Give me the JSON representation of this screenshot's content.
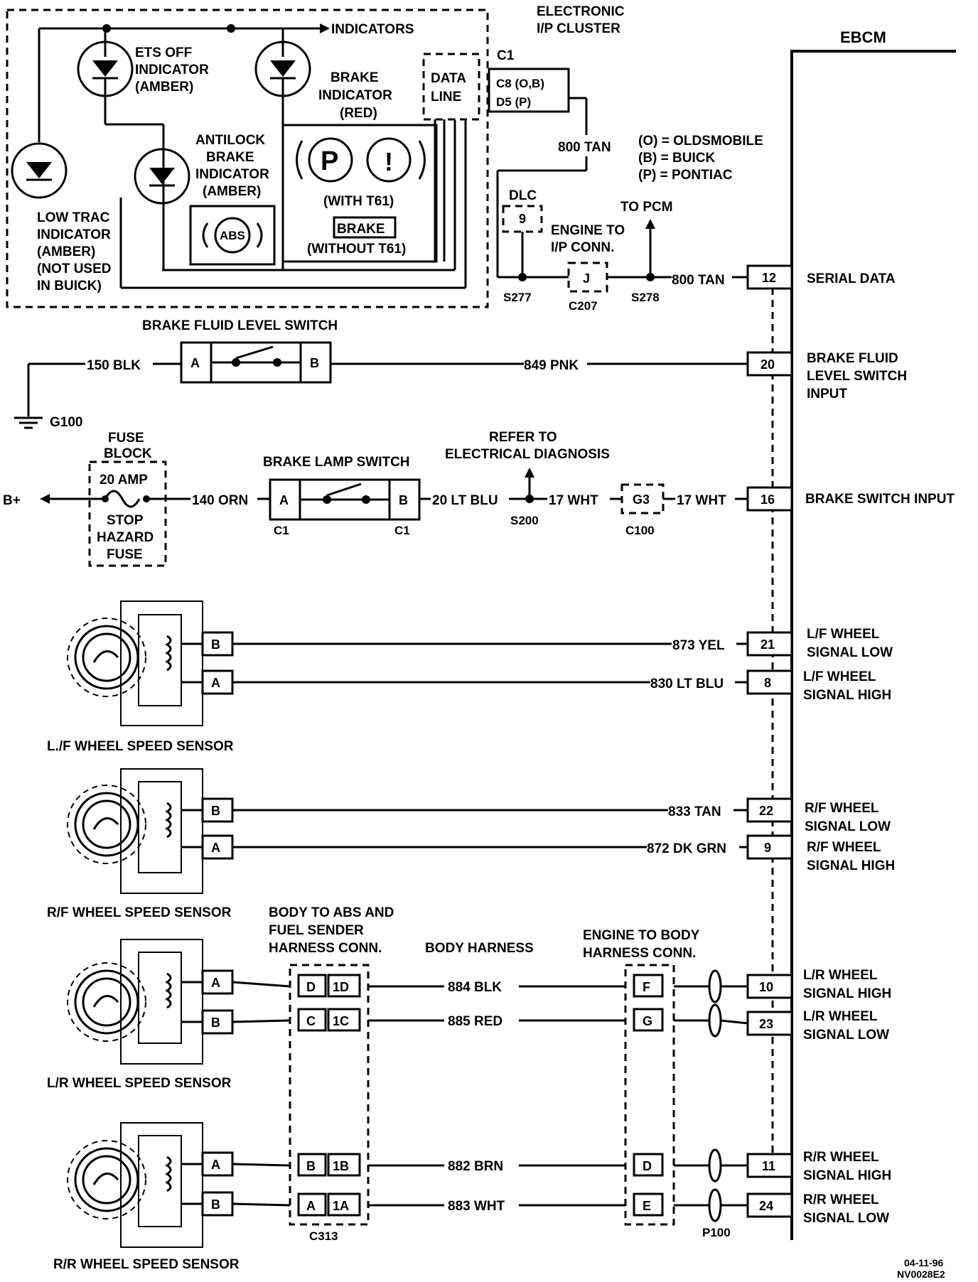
{
  "module": {
    "name": "EBCM"
  },
  "cluster": {
    "title_line1": "ELECTRONIC",
    "title_line2": "I/P CLUSTER",
    "connector": "C1",
    "pins": "C8 (O,B)",
    "pins2": "D5 (P)",
    "indicators_arrow": "INDICATORS",
    "data_line": "DATA",
    "data_line2": "LINE"
  },
  "indicators": {
    "ets_off": [
      "ETS OFF",
      "INDICATOR",
      "(AMBER)"
    ],
    "low_trac": [
      "LOW TRAC",
      "INDICATOR",
      "(AMBER)",
      "(NOT USED",
      "IN BUICK)"
    ],
    "antilock": [
      "ANTILOCK",
      "BRAKE",
      "INDICATOR",
      "(AMBER)"
    ],
    "abs_symbol": "ABS",
    "brake": [
      "BRAKE",
      "INDICATOR",
      "(RED)"
    ],
    "brake_symbol_p": "P",
    "brake_symbol_excl": "!",
    "with_t61": "(WITH T61)",
    "brake_word": "BRAKE",
    "without_t61": "(WITHOUT T61)"
  },
  "legend": [
    "(O) = OLDSMOBILE",
    "(B) = BUICK",
    "(P) = PONTIAC"
  ],
  "serial": {
    "wire_top": "800 TAN",
    "dlc": "DLC",
    "dlc_pin": "9",
    "eng_ip": [
      "ENGINE TO",
      "I/P CONN."
    ],
    "to_pcm": "TO PCM",
    "s277": "S277",
    "c207": "C207",
    "c207_pin": "J",
    "s278": "S278",
    "wire": "800 TAN"
  },
  "brake_fluid": {
    "title": "BRAKE FLUID LEVEL SWITCH",
    "pin_a": "A",
    "pin_b": "B",
    "ground_wire": "150 BLK",
    "ground": "G100",
    "wire": "849 PNK"
  },
  "fuse": {
    "title1": "FUSE",
    "title2": "BLOCK",
    "amp": "20 AMP",
    "name": [
      "STOP",
      "HAZARD",
      "FUSE"
    ],
    "bplus": "B+"
  },
  "brake_lamp": {
    "title": "BRAKE LAMP SWITCH",
    "wire_in": "140 ORN",
    "pin_a": "A",
    "pin_b": "B",
    "c1a": "C1",
    "c1b": "C1",
    "wire_out": "20 LT BLU",
    "refer": [
      "REFER TO",
      "ELECTRICAL DIAGNOSIS"
    ],
    "s200": "S200",
    "wire2": "17 WHT",
    "c100_pin": "G3",
    "c100": "C100",
    "wire3": "17 WHT"
  },
  "ebcm_pins": [
    {
      "pin": "12",
      "label": [
        "SERIAL DATA"
      ]
    },
    {
      "pin": "20",
      "label": [
        "BRAKE FLUID",
        "LEVEL SWITCH",
        "INPUT"
      ]
    },
    {
      "pin": "16",
      "label": [
        "BRAKE SWITCH INPUT"
      ]
    },
    {
      "pin": "21",
      "label": [
        "L/F WHEEL",
        "SIGNAL LOW"
      ]
    },
    {
      "pin": "8",
      "label": [
        "L/F WHEEL",
        "SIGNAL HIGH"
      ]
    },
    {
      "pin": "22",
      "label": [
        "R/F WHEEL",
        "SIGNAL LOW"
      ]
    },
    {
      "pin": "9",
      "label": [
        "R/F WHEEL",
        "SIGNAL HIGH"
      ]
    },
    {
      "pin": "10",
      "label": [
        "L/R WHEEL",
        "SIGNAL HIGH"
      ]
    },
    {
      "pin": "23",
      "label": [
        "L/R WHEEL",
        "SIGNAL LOW"
      ]
    },
    {
      "pin": "11",
      "label": [
        "R/R WHEEL",
        "SIGNAL HIGH"
      ]
    },
    {
      "pin": "24",
      "label": [
        "R/R WHEEL",
        "SIGNAL LOW"
      ]
    }
  ],
  "sensors": {
    "lf": {
      "name": "L./F WHEEL SPEED SENSOR",
      "pin1": "B",
      "pin2": "A",
      "wire1": "873 YEL",
      "wire2": "830 LT BLU"
    },
    "rf": {
      "name": "R/F WHEEL SPEED SENSOR",
      "pin1": "B",
      "pin2": "A",
      "wire1": "833 TAN",
      "wire2": "872 DK GRN"
    },
    "lr": {
      "name": "L/R WHEEL SPEED SENSOR",
      "pin1": "A",
      "pin2": "B"
    },
    "rr": {
      "name": "R/R WHEEL SPEED SENSOR",
      "pin1": "A",
      "pin2": "B"
    }
  },
  "rear": {
    "c313_title": [
      "BODY TO ABS AND",
      "FUEL SENDER",
      "HARNESS CONN."
    ],
    "body_harness": "BODY HARNESS",
    "eng_body": [
      "ENGINE TO BODY",
      "HARNESS CONN."
    ],
    "c313": "C313",
    "p100": "P100",
    "rows": [
      {
        "c1": "D",
        "c2": "1D",
        "wire": "884 BLK",
        "eb": "F"
      },
      {
        "c1": "C",
        "c2": "1C",
        "wire": "885 RED",
        "eb": "G"
      },
      {
        "c1": "B",
        "c2": "1B",
        "wire": "882 BRN",
        "eb": "D"
      },
      {
        "c1": "A",
        "c2": "1A",
        "wire": "883 WHT",
        "eb": "E"
      }
    ]
  },
  "footer": [
    "04-11-96",
    "NV0028E2"
  ]
}
